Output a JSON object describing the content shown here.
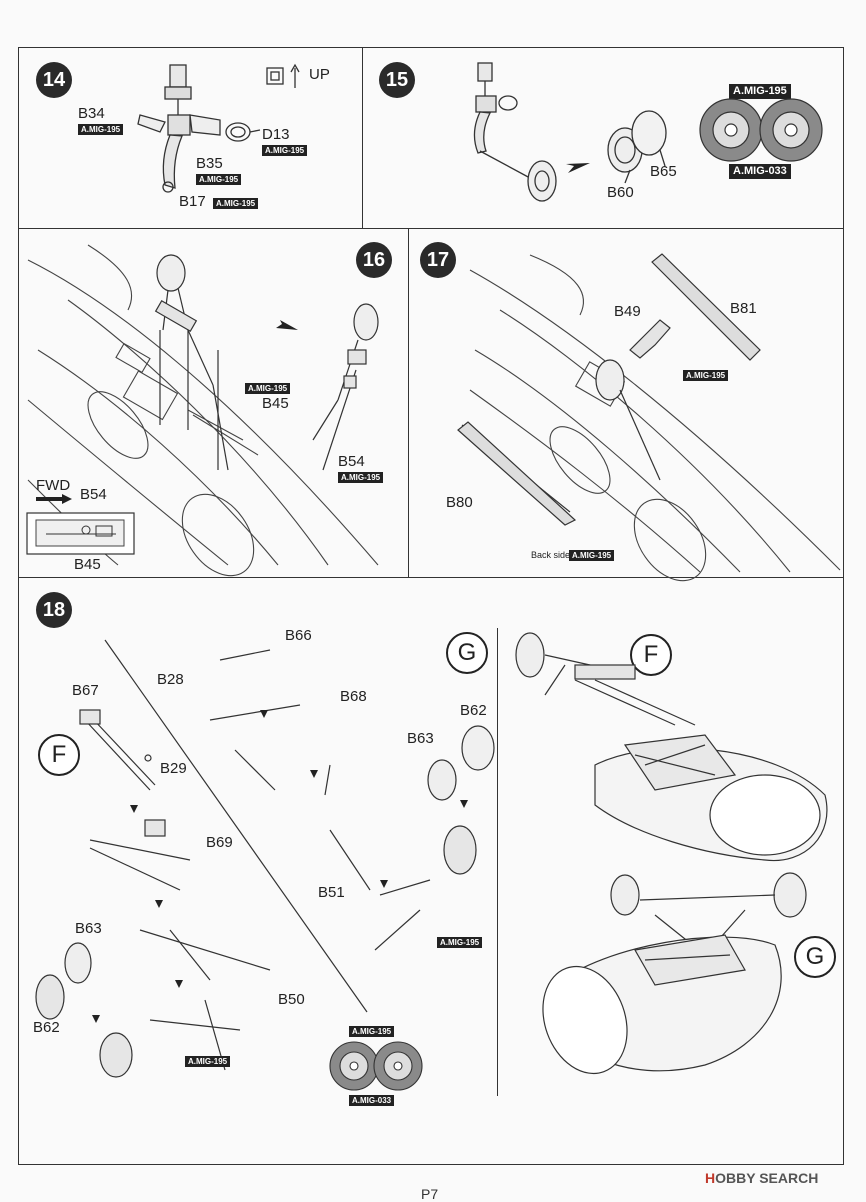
{
  "page_number": "P7",
  "watermark": {
    "brand": "HOBBY SEARCH",
    "prefix": "H",
    "rest": "OBBY SEARCH"
  },
  "steps": {
    "s14": {
      "number": "14",
      "labels": {
        "b34": "B34",
        "d13": "D13",
        "b35": "B35",
        "b17": "B17",
        "up": "UP"
      },
      "tags": {
        "b34": "A.MIG-195",
        "d13": "A.MIG-195",
        "b35": "A.MIG-195",
        "b17": "A.MIG-195"
      }
    },
    "s15": {
      "number": "15",
      "labels": {
        "b60": "B60",
        "b65": "B65"
      },
      "tags": {
        "top": "A.MIG-195",
        "bottom": "A.MIG-033"
      }
    },
    "s16": {
      "number": "16",
      "labels": {
        "b45": "B45",
        "b54": "B54",
        "fwd": "FWD",
        "inset_b54": "B54",
        "inset_b45": "B45"
      },
      "tags": {
        "b45": "A.MIG-195",
        "b54": "A.MIG-195"
      }
    },
    "s17": {
      "number": "17",
      "labels": {
        "b49": "B49",
        "b81": "B81",
        "b80": "B80",
        "back_side": "Back side"
      },
      "tags": {
        "b81": "A.MIG-195",
        "back": "A.MIG-195"
      }
    },
    "s18": {
      "number": "18",
      "sub_f": "F",
      "sub_g": "G",
      "sub_f2": "F",
      "sub_g2": "G",
      "labels": {
        "b66": "B66",
        "b28": "B28",
        "b68": "B68",
        "b67": "B67",
        "b29": "B29",
        "b62_top": "B62",
        "b63_top": "B63",
        "b69": "B69",
        "b51": "B51",
        "b63": "B63",
        "b50": "B50",
        "b62": "B62"
      },
      "tags": {
        "b51": "A.MIG-195",
        "b62": "A.MIG-195",
        "top": "A.MIG-195",
        "bottom": "A.MIG-033"
      }
    }
  }
}
